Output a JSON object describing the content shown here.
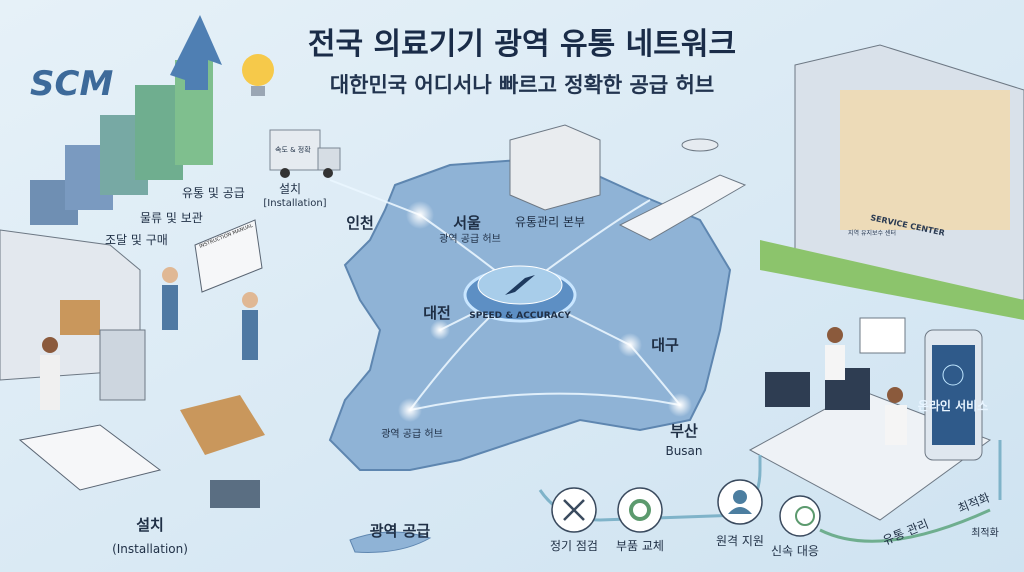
{
  "header": {
    "title": "전국 의료기기 광역 유통 네트워크",
    "subtitle": "대한민국 어디서나 빠르고 정확한 공급 허브"
  },
  "scm": {
    "logo": "SCM",
    "steps": [
      "조달 및 구매",
      "물류 및 보관",
      "유통 및 공급"
    ]
  },
  "truck_label": "속도 & 정확",
  "installation_top": {
    "ko": "설치",
    "en": "[Installation]"
  },
  "manual_label": "INSTRUCTION MANUAL",
  "map": {
    "cities": {
      "incheon": "인천",
      "seoul": "서울",
      "seoul_sub": "광역 공급 허브",
      "hq": "유통관리 본부",
      "daejeon": "대전",
      "daegu": "대구",
      "hub_sw": "광역 공급 허브",
      "busan": "부산",
      "busan_en": "Busan"
    },
    "compass_text": "SPEED & ACCURACY",
    "region_label": "광역 공급"
  },
  "installation_bottom": {
    "ko": "설치",
    "en": "(Installation)"
  },
  "services": [
    "정기 점검",
    "부품 교체",
    "원격 지원",
    "신속 대응"
  ],
  "service_center": {
    "sign": "SERVICE CENTER",
    "sub_sign": "지역 유지보수 센터"
  },
  "online": "온라인 서비스",
  "flow": {
    "manage": "유통 관리",
    "optimize": "최적화",
    "optimize_2": "최적화"
  },
  "colors": {
    "bg": "#dcebf5",
    "map": "#8fb3d6",
    "accent": "#2f6fa8",
    "green": "#6fae8f"
  }
}
